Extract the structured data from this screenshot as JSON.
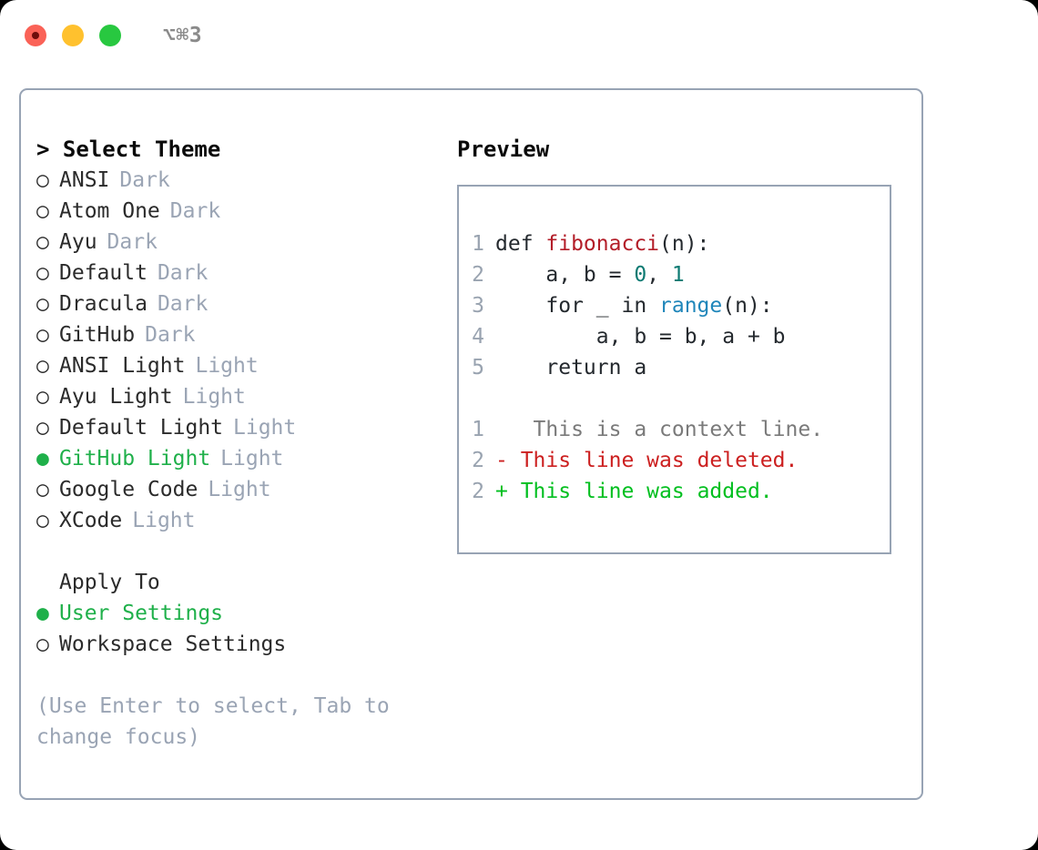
{
  "titlebar": {
    "shortcut": "⌥⌘3",
    "lights": [
      {
        "name": "close",
        "color": "#fa6257"
      },
      {
        "name": "minimize",
        "color": "#ffc12e"
      },
      {
        "name": "maximize",
        "color": "#28c840"
      }
    ]
  },
  "theme_picker": {
    "header": "> Select Theme",
    "bullet_unselected": "○",
    "bullet_selected": "●",
    "selected_color": "#1fb04a",
    "badge_color": "#9aa4b4",
    "items": [
      {
        "label": "ANSI",
        "badge": "Dark",
        "selected": false
      },
      {
        "label": "Atom One",
        "badge": "Dark",
        "selected": false
      },
      {
        "label": "Ayu",
        "badge": "Dark",
        "selected": false
      },
      {
        "label": "Default",
        "badge": "Dark",
        "selected": false
      },
      {
        "label": "Dracula",
        "badge": "Dark",
        "selected": false
      },
      {
        "label": "GitHub",
        "badge": "Dark",
        "selected": false
      },
      {
        "label": "ANSI Light",
        "badge": "Light",
        "selected": false
      },
      {
        "label": "Ayu Light",
        "badge": "Light",
        "selected": false
      },
      {
        "label": "Default Light",
        "badge": "Light",
        "selected": false
      },
      {
        "label": "GitHub Light",
        "badge": "Light",
        "selected": true
      },
      {
        "label": "Google Code",
        "badge": "Light",
        "selected": false
      },
      {
        "label": "XCode",
        "badge": "Light",
        "selected": false
      }
    ]
  },
  "apply_to": {
    "title": "Apply To",
    "items": [
      {
        "label": "User Settings",
        "selected": true
      },
      {
        "label": "Workspace Settings",
        "selected": false
      }
    ]
  },
  "hint": "(Use Enter to select, Tab to change focus)",
  "preview": {
    "title": "Preview",
    "code_lines": [
      {
        "no": "1",
        "tokens": [
          {
            "text": "def ",
            "type": "kw"
          },
          {
            "text": "fibonacci",
            "type": "fn"
          },
          {
            "text": "(n):",
            "type": "plain"
          }
        ]
      },
      {
        "no": "2",
        "tokens": [
          {
            "text": "    a, b = ",
            "type": "plain"
          },
          {
            "text": "0",
            "type": "num"
          },
          {
            "text": ", ",
            "type": "plain"
          },
          {
            "text": "1",
            "type": "num"
          }
        ]
      },
      {
        "no": "3",
        "tokens": [
          {
            "text": "    for _ in ",
            "type": "kw"
          },
          {
            "text": "range",
            "type": "bi"
          },
          {
            "text": "(n):",
            "type": "plain"
          }
        ]
      },
      {
        "no": "4",
        "tokens": [
          {
            "text": "        a, b = b, a + b",
            "type": "plain"
          }
        ]
      },
      {
        "no": "5",
        "tokens": [
          {
            "text": "    return a",
            "type": "kw"
          }
        ]
      }
    ],
    "diff_lines": [
      {
        "no": "1",
        "marker": " ",
        "text": "  This is a context line.",
        "type": "ctx"
      },
      {
        "no": "2",
        "marker": "-",
        "text": " This line was deleted.",
        "type": "del"
      },
      {
        "no": "2",
        "marker": "+",
        "text": " This line was added.",
        "type": "add"
      }
    ],
    "colors": {
      "function": "#b31d28",
      "number": "#0c7a72",
      "builtin": "#1f86ba",
      "text": "#24292e",
      "lineno": "#99a3b0",
      "diff_context": "#7a7a7a",
      "diff_deleted": "#cc2020",
      "diff_added": "#00bf1f"
    }
  }
}
